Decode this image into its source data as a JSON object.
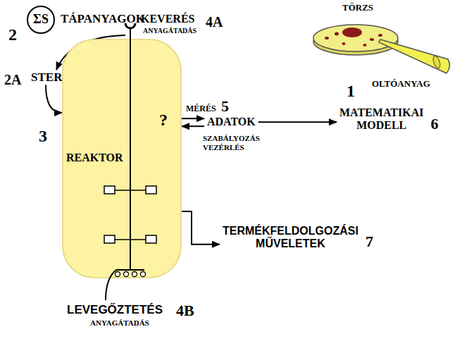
{
  "diagram": {
    "nodes": [
      {
        "text": [
          "ΣS",
          "TÁPANYAGOK"
        ]
      },
      {
        "text": [
          "STERILEZÉS"
        ]
      },
      {
        "text": [
          "REAKTOR",
          "?"
        ]
      },
      {
        "text": [
          "ADATOK"
        ]
      },
      {
        "text": [
          "MATEMATIKAI MODELL"
        ]
      },
      {
        "text": [
          "TERMÉKFELDOLGOZÁSI MŰVELETEK"
        ]
      },
      {
        "text": [
          "TÖRZS"
        ]
      }
    ],
    "edges": [
      {
        "from": 0,
        "to": 1,
        "arrow": "to"
      },
      {
        "from": 1,
        "to": 2,
        "arrow": "to"
      },
      {
        "from": 2,
        "to": 3,
        "label": "MÉRÉS",
        "arrow": "to"
      },
      {
        "from": 3,
        "to": 2,
        "label": "SZABÁLYOZÁS VEZÉRLÉS",
        "arrow": "to"
      },
      {
        "from": 3,
        "to": 4,
        "arrow": "to"
      },
      {
        "from": 2,
        "to": 5,
        "arrow": "to"
      }
    ],
    "labels": [
      "2",
      "2A",
      "KEVERÉS",
      "ANYAGÁTADÁS",
      "4A",
      "1",
      "OLTÓANYAG",
      "5",
      "3",
      "6",
      "7",
      "LEVEGŐZTETÉS",
      "ANYAGÁTADÁS",
      "4B"
    ]
  }
}
